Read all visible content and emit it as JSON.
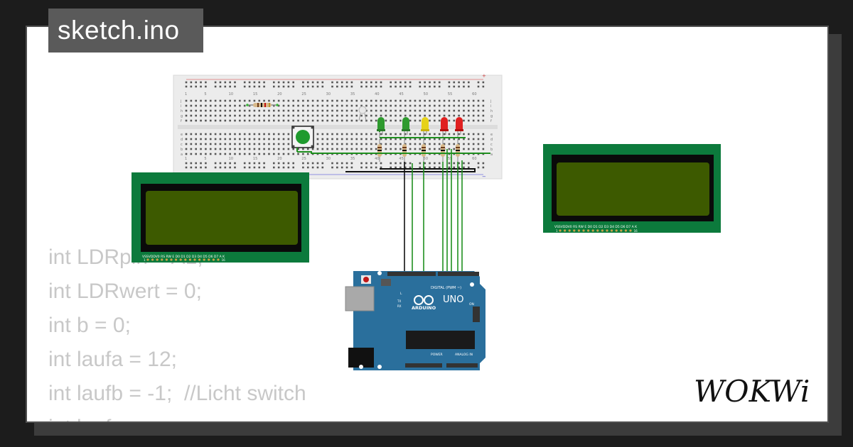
{
  "title": "sketch.ino",
  "code_lines": [
    "int LDRpin = A1;",
    "int LDRwert = 0;",
    "int b = 0;",
    "int laufa = 12;",
    "int laufb = -1;  //Licht switch",
    "int lauf"
  ],
  "breadboard": {
    "column_numbers": [
      "1",
      "5",
      "10",
      "15",
      "20",
      "25",
      "30",
      "35",
      "40",
      "45",
      "50",
      "55",
      "60"
    ],
    "row_letters_top": [
      "j",
      "i",
      "h",
      "g",
      "f"
    ],
    "row_letters_bottom": [
      "e",
      "d",
      "c",
      "b",
      "a"
    ]
  },
  "lcd_left": {
    "pin_labels": "VSSVDDV0 RS RW E D0 D1 D2 D3 D4 D5 D6 D7 A K",
    "pin_start": "1",
    "pin_end": "16"
  },
  "lcd_right": {
    "pin_labels": "VSSVDDV0 RS RW E D0 D1 D2 D3 D4 D5 D6 D7 A K",
    "pin_start": "1",
    "pin_end": "16"
  },
  "arduino": {
    "name": "UNO",
    "brand": "ARDUINO",
    "digital_label": "DIGITAL (PWM ~)",
    "power_label": "POWER",
    "analog_label": "ANALOG IN",
    "on_label": "ON",
    "tx_label": "TX",
    "rx_label": "RX",
    "l_label": "L"
  },
  "logo": "WOKWi",
  "colors": {
    "wire_green": "#1f8f1f",
    "wire_black": "#111111",
    "lcd_pcb": "#0c7a3c",
    "lcd_screen": "#3d5a00",
    "arduino_board": "#2a6f9c",
    "led_green": "#2e9a2e",
    "led_yellow": "#e6d21a",
    "led_red": "#e02020"
  }
}
